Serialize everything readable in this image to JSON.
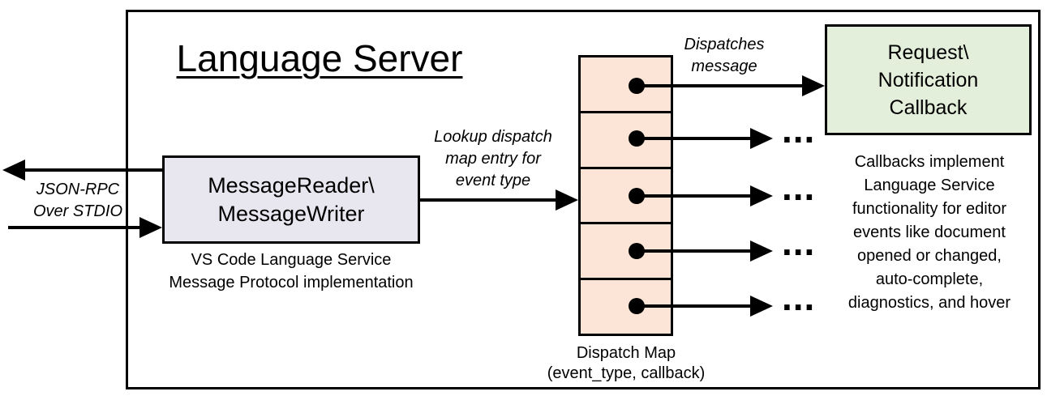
{
  "title": "Language Server",
  "io": {
    "label": "JSON-RPC\nOver STDIO"
  },
  "reader": {
    "box_label": "MessageReader\\\nMessageWriter",
    "caption": "VS Code Language Service\nMessage Protocol implementation"
  },
  "lookup_label": "Lookup dispatch\nmap entry for\nevent type",
  "dispatches_label": "Dispatches\nmessage",
  "dispatch_map": {
    "caption": "Dispatch Map\n(event_type, callback)"
  },
  "callback": {
    "box_label": "Request\\\nNotification\nCallback",
    "caption": "Callbacks implement\nLanguage Service\nfunctionality for editor\nevents like document\nopened or changed,\nauto-complete,\ndiagnostics, and hover"
  },
  "ellipsis": "...",
  "colors": {
    "stroke": "#000000",
    "reader_fill": "#e8e7ef",
    "map_fill": "#fce5d6",
    "callback_fill": "#e3efda"
  }
}
